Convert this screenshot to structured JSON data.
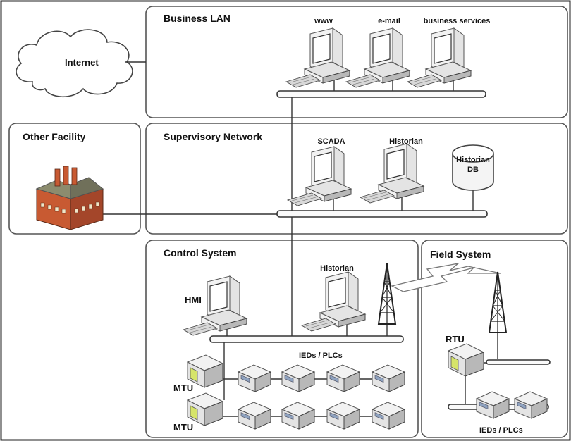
{
  "zones": {
    "internet": "Internet",
    "business_lan": "Business LAN",
    "other_facility": "Other Facility",
    "supervisory": "Supervisory Network",
    "control": "Control System",
    "field": "Field System"
  },
  "nodes": {
    "www": "www",
    "email": "e-mail",
    "business_services": "business services",
    "scada": "SCADA",
    "historian_sup": "Historian",
    "historian_db_1": "Historian",
    "historian_db_2": "DB",
    "historian_ctrl": "Historian",
    "hmi": "HMI",
    "ieds_plcs_ctrl": "IEDs / PLCs",
    "mtu_1": "MTU",
    "mtu_2": "MTU",
    "rtu": "RTU",
    "ieds_plcs_field": "IEDs / PLCs"
  }
}
